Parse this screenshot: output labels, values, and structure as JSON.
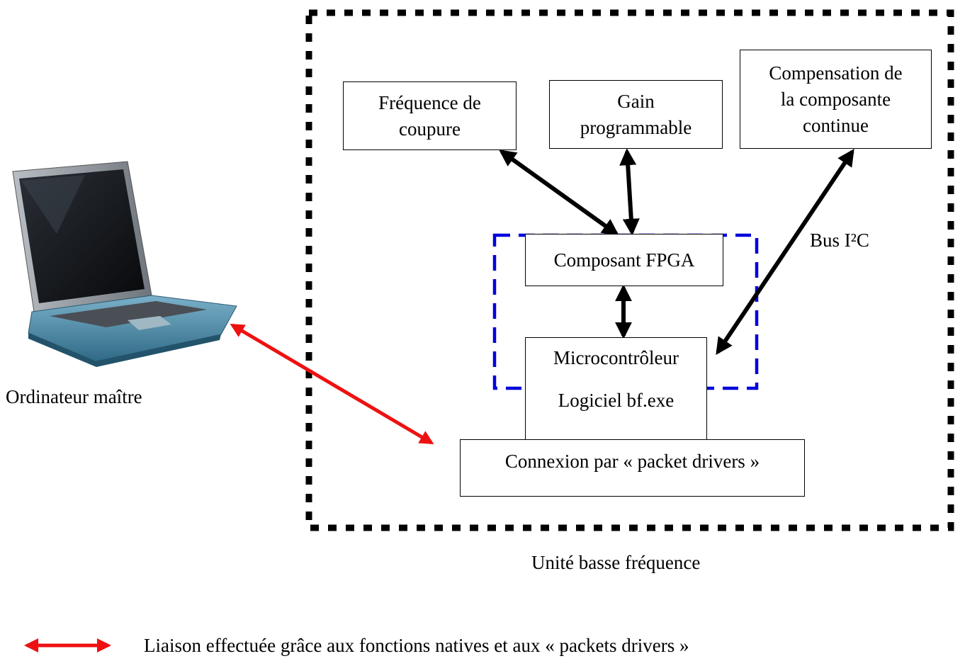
{
  "diagram": {
    "unit_label": "Unité basse fréquence",
    "computer_label": "Ordinateur maître",
    "bus_label": "Bus I²C",
    "boxes": {
      "cutoff": [
        "Fréquence de",
        "coupure"
      ],
      "gain": [
        "Gain",
        "programmable"
      ],
      "dc_comp": [
        "Compensation de",
        "la composante",
        "continue"
      ],
      "fpga": "Composant FPGA",
      "mcu": "Microcontrôleur",
      "software": "Logiciel bf.exe",
      "connection": "Connexion par « packet drivers »"
    },
    "legend": {
      "text": "Liaison effectuée grâce aux fonctions natives et aux « packets drivers »"
    }
  },
  "colors": {
    "outer_border": "#000000",
    "processor_group_border": "#0000dd",
    "link_arrow": "#ee1111",
    "bus_arrow": "#000000"
  },
  "icons": {
    "computer": "laptop-icon"
  }
}
